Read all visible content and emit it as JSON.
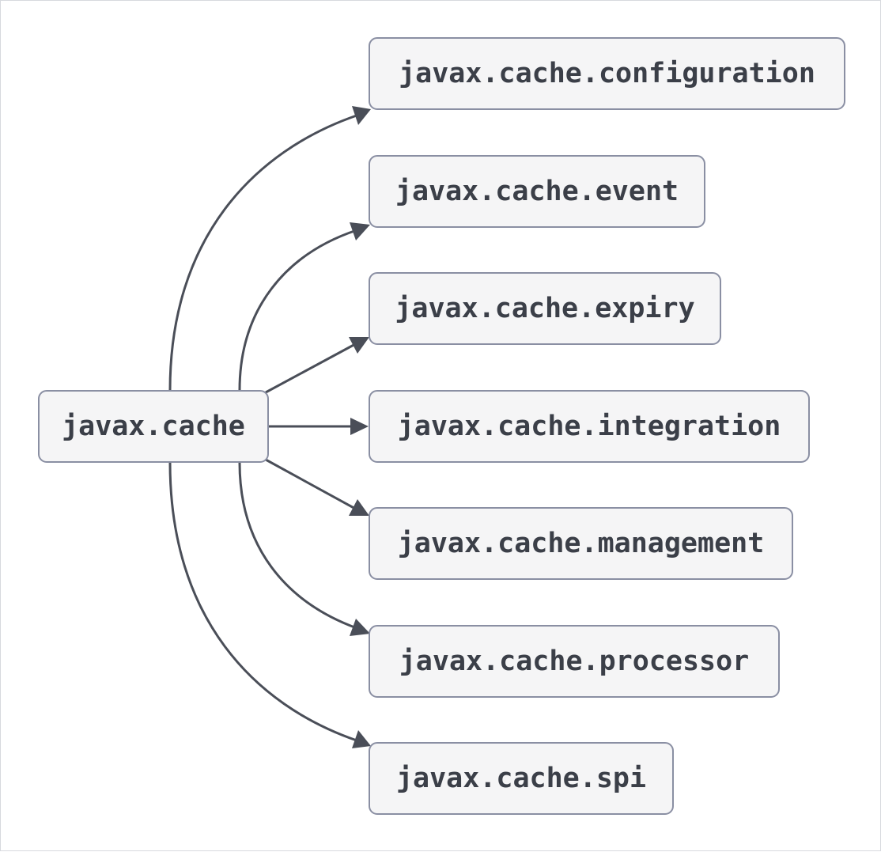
{
  "root": {
    "label": "javax.cache"
  },
  "children": [
    {
      "label": "javax.cache.configuration"
    },
    {
      "label": "javax.cache.event"
    },
    {
      "label": "javax.cache.expiry"
    },
    {
      "label": "javax.cache.integration"
    },
    {
      "label": "javax.cache.management"
    },
    {
      "label": "javax.cache.processor"
    },
    {
      "label": "javax.cache.spi"
    }
  ],
  "colors": {
    "edge": "#4a4e58",
    "node_border": "#8a8fa3",
    "node_fill": "#f5f5f6",
    "text": "#3b3f48"
  }
}
